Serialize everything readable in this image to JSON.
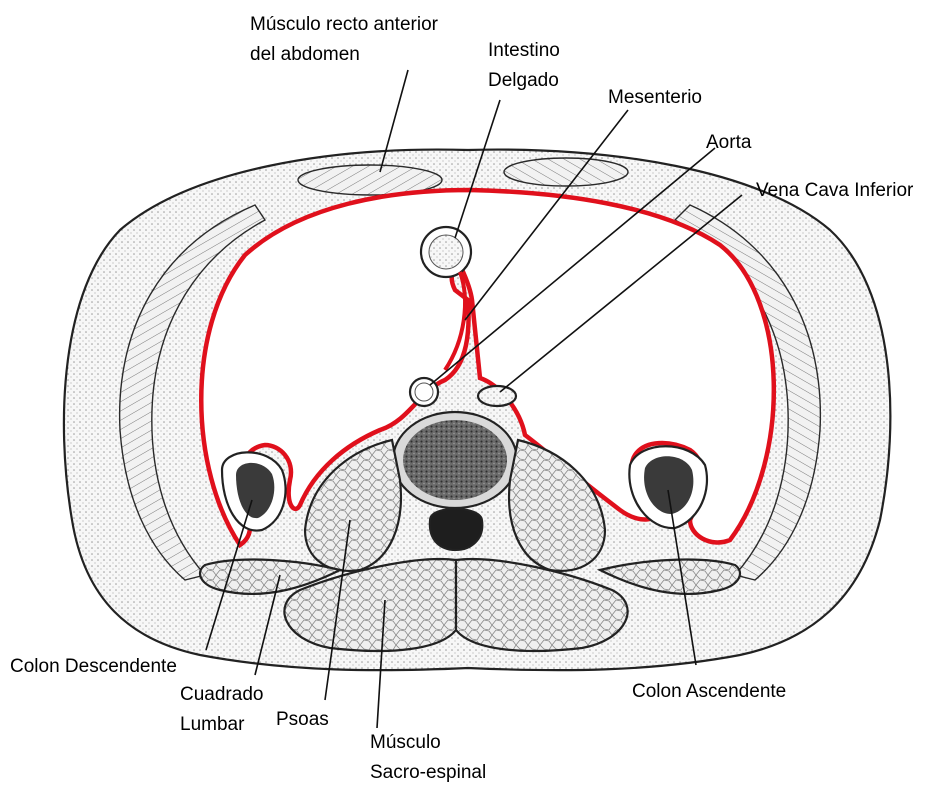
{
  "labels": {
    "recto_line1": "Músculo recto anterior",
    "recto_line2": "del abdomen",
    "intestino_line1": "Intestino",
    "intestino_line2": "Delgado",
    "mesenterio": "Mesenterio",
    "aorta": "Aorta",
    "vena_cava": "Vena Cava Inferior",
    "colon_descendente": "Colon Descendente",
    "cuadrado_line1": "Cuadrado",
    "cuadrado_line2": "Lumbar",
    "psoas": "Psoas",
    "sacro_line1": "Músculo",
    "sacro_line2": "Sacro-espinal",
    "colon_ascendente": "Colon Ascendente"
  },
  "colors": {
    "peritoneum": "#e0101c",
    "outline": "#222222",
    "muscle_fill": "#ececec",
    "fat_fill": "#f6f6f6",
    "colon_lumen": "#3a3a3a",
    "vertebra_body": "#5a5a5a",
    "spinal_canal": "#1e1e1e",
    "background": "#ffffff"
  }
}
